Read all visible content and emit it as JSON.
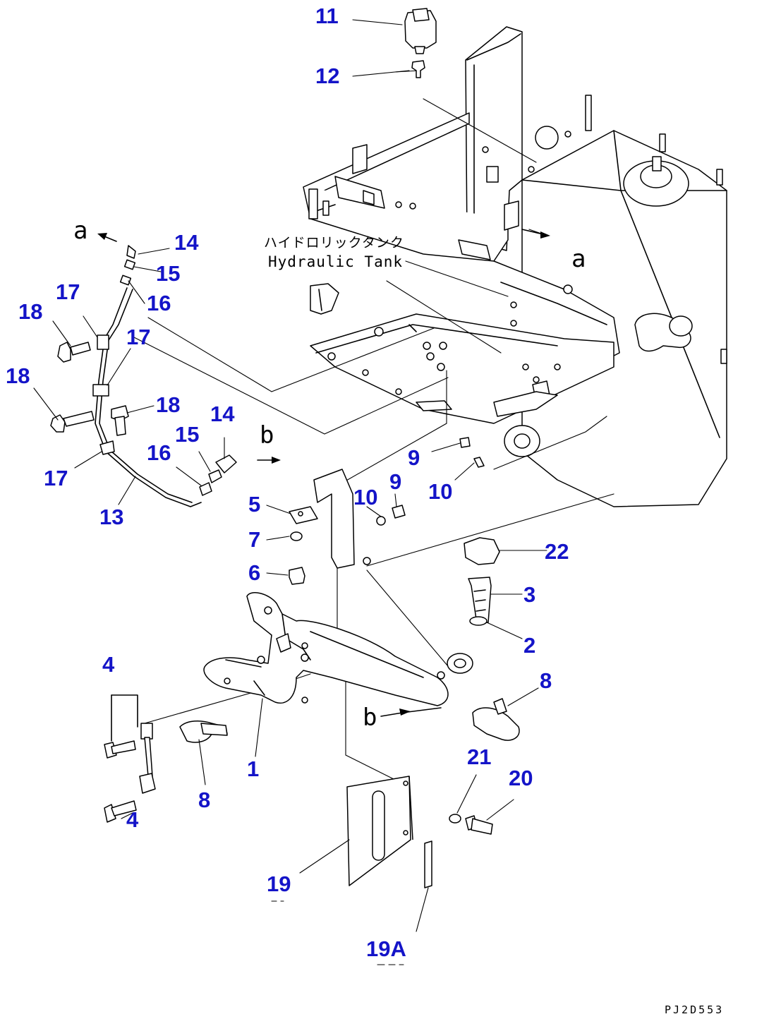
{
  "diagram": {
    "tank_label_jp": "ハイドロリックタンク",
    "tank_label_en": "Hydraulic Tank",
    "drawing_code": "PJ2D553",
    "refs": {
      "a": "a",
      "b": "b"
    },
    "callouts": [
      {
        "id": "c11",
        "text": "11"
      },
      {
        "id": "c12",
        "text": "12"
      },
      {
        "id": "c14a",
        "text": "14"
      },
      {
        "id": "c15a",
        "text": "15"
      },
      {
        "id": "c16a",
        "text": "16"
      },
      {
        "id": "c17a",
        "text": "17"
      },
      {
        "id": "c18a",
        "text": "18"
      },
      {
        "id": "c17b",
        "text": "17"
      },
      {
        "id": "c18b",
        "text": "18"
      },
      {
        "id": "c18c",
        "text": "18"
      },
      {
        "id": "c14b",
        "text": "14"
      },
      {
        "id": "c15b",
        "text": "15"
      },
      {
        "id": "c16b",
        "text": "16"
      },
      {
        "id": "c17c",
        "text": "17"
      },
      {
        "id": "c13",
        "text": "13"
      },
      {
        "id": "c9a",
        "text": "9"
      },
      {
        "id": "c10a",
        "text": "10"
      },
      {
        "id": "c9b",
        "text": "9"
      },
      {
        "id": "c10b",
        "text": "10"
      },
      {
        "id": "c5",
        "text": "5"
      },
      {
        "id": "c7",
        "text": "7"
      },
      {
        "id": "c6",
        "text": "6"
      },
      {
        "id": "c22",
        "text": "22"
      },
      {
        "id": "c3",
        "text": "3"
      },
      {
        "id": "c2",
        "text": "2"
      },
      {
        "id": "c8a",
        "text": "8"
      },
      {
        "id": "c4a",
        "text": "4"
      },
      {
        "id": "c8b",
        "text": "8"
      },
      {
        "id": "c1",
        "text": "1"
      },
      {
        "id": "c21",
        "text": "21"
      },
      {
        "id": "c20",
        "text": "20"
      },
      {
        "id": "c4b",
        "text": "4"
      },
      {
        "id": "c19",
        "text": "19"
      },
      {
        "id": "c19A",
        "text": "19A"
      }
    ]
  }
}
